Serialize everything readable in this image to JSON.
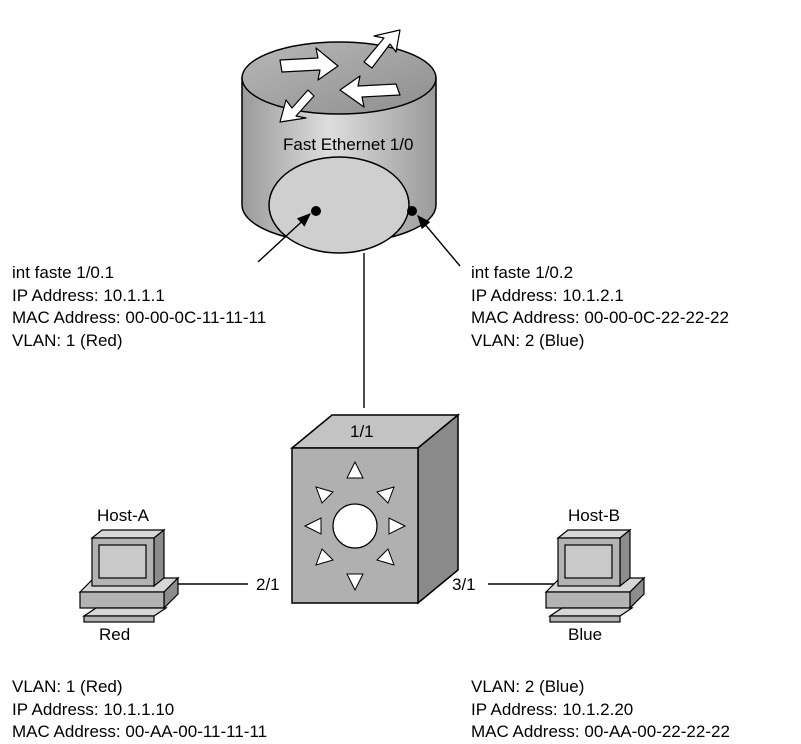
{
  "router": {
    "interface_label": "Fast Ethernet 1/0",
    "subif1": {
      "name": "int faste 1/0.1",
      "ip": "IP Address: 10.1.1.1",
      "mac": "MAC Address: 00-00-0C-11-11-11",
      "vlan": "VLAN: 1 (Red)"
    },
    "subif2": {
      "name": "int faste 1/0.2",
      "ip": "IP Address: 10.1.2.1",
      "mac": "MAC Address: 00-00-0C-22-22-22",
      "vlan": "VLAN: 2 (Blue)"
    }
  },
  "switch": {
    "port_uplink": "1/1",
    "port_a": "2/1",
    "port_b": "3/1"
  },
  "host_a": {
    "name": "Host-A",
    "color_label": "Red",
    "vlan": "VLAN: 1 (Red)",
    "ip": "IP Address: 10.1.1.10",
    "mac": "MAC Address: 00-AA-00-11-11-11"
  },
  "host_b": {
    "name": "Host-B",
    "color_label": "Blue",
    "vlan": "VLAN: 2 (Blue)",
    "ip": "IP Address: 10.1.2.20",
    "mac": "MAC Address: 00-AA-00-22-22-22"
  },
  "colors": {
    "device_light": "#d6d6d6",
    "device_mid": "#b3b3b3",
    "device_dark": "#8c8c8c",
    "screen": "#c9c9c9"
  }
}
